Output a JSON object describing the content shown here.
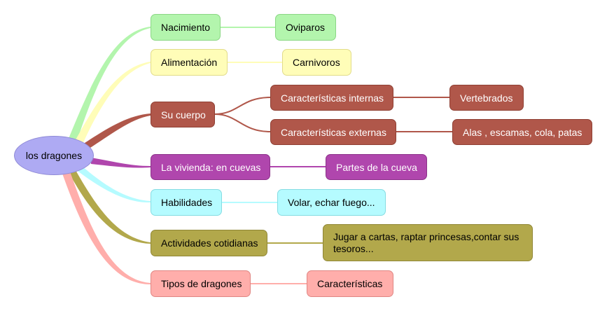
{
  "root": "los dragones",
  "colors": {
    "green": "#b3f5ad",
    "yellow": "#fffdb8",
    "brown": "#b0574a",
    "purple": "#b046ad",
    "cyan": "#b5fbff",
    "olive": "#b2a84b",
    "pink": "#ffaeab",
    "root": "#aeaaf3"
  },
  "branches": [
    {
      "label": "Nacimiento",
      "children": [
        "Oviparos"
      ]
    },
    {
      "label": "Alimentación",
      "children": [
        "Carnivoros"
      ]
    },
    {
      "label": "Su cuerpo",
      "children": [
        "Características internas",
        "Características externas"
      ],
      "grandchildren": [
        "Vertebrados",
        "Alas , escamas, cola, patas"
      ]
    },
    {
      "label": "La vivienda: en cuevas",
      "children": [
        "Partes de la cueva"
      ]
    },
    {
      "label": "Habilidades",
      "children": [
        "Volar, echar fuego..."
      ]
    },
    {
      "label": "Actividades cotidianas",
      "children": [
        "Jugar a cartas, raptar princesas,contar sus tesoros..."
      ]
    },
    {
      "label": "Tipos de dragones",
      "children": [
        "Características"
      ]
    }
  ]
}
